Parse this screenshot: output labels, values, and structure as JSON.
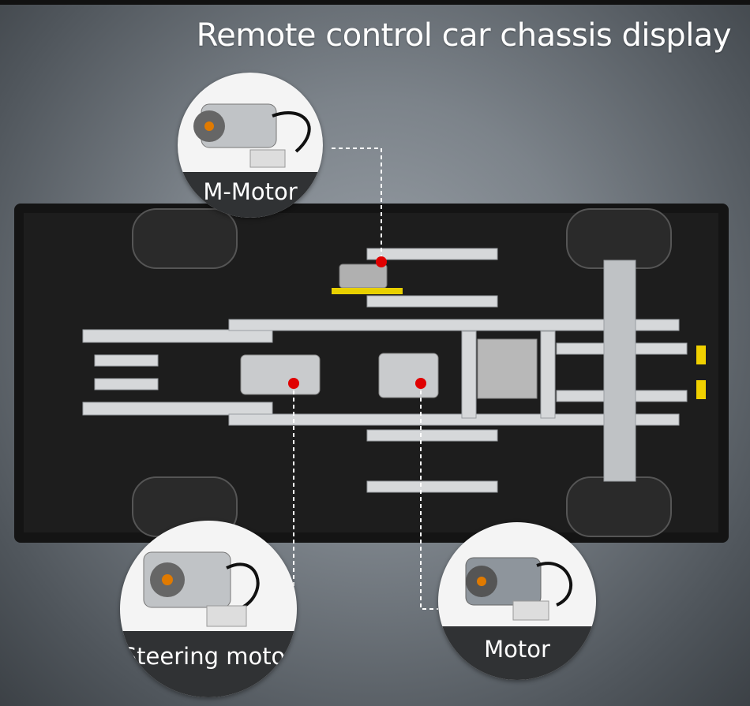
{
  "title": "Remote control car chassis display",
  "callouts": [
    {
      "label": "M-Motor"
    },
    {
      "label": "Steering motor"
    },
    {
      "label": "Motor"
    }
  ],
  "colors": {
    "marker": "#e00000",
    "band": "#303234",
    "text": "#ffffff"
  }
}
